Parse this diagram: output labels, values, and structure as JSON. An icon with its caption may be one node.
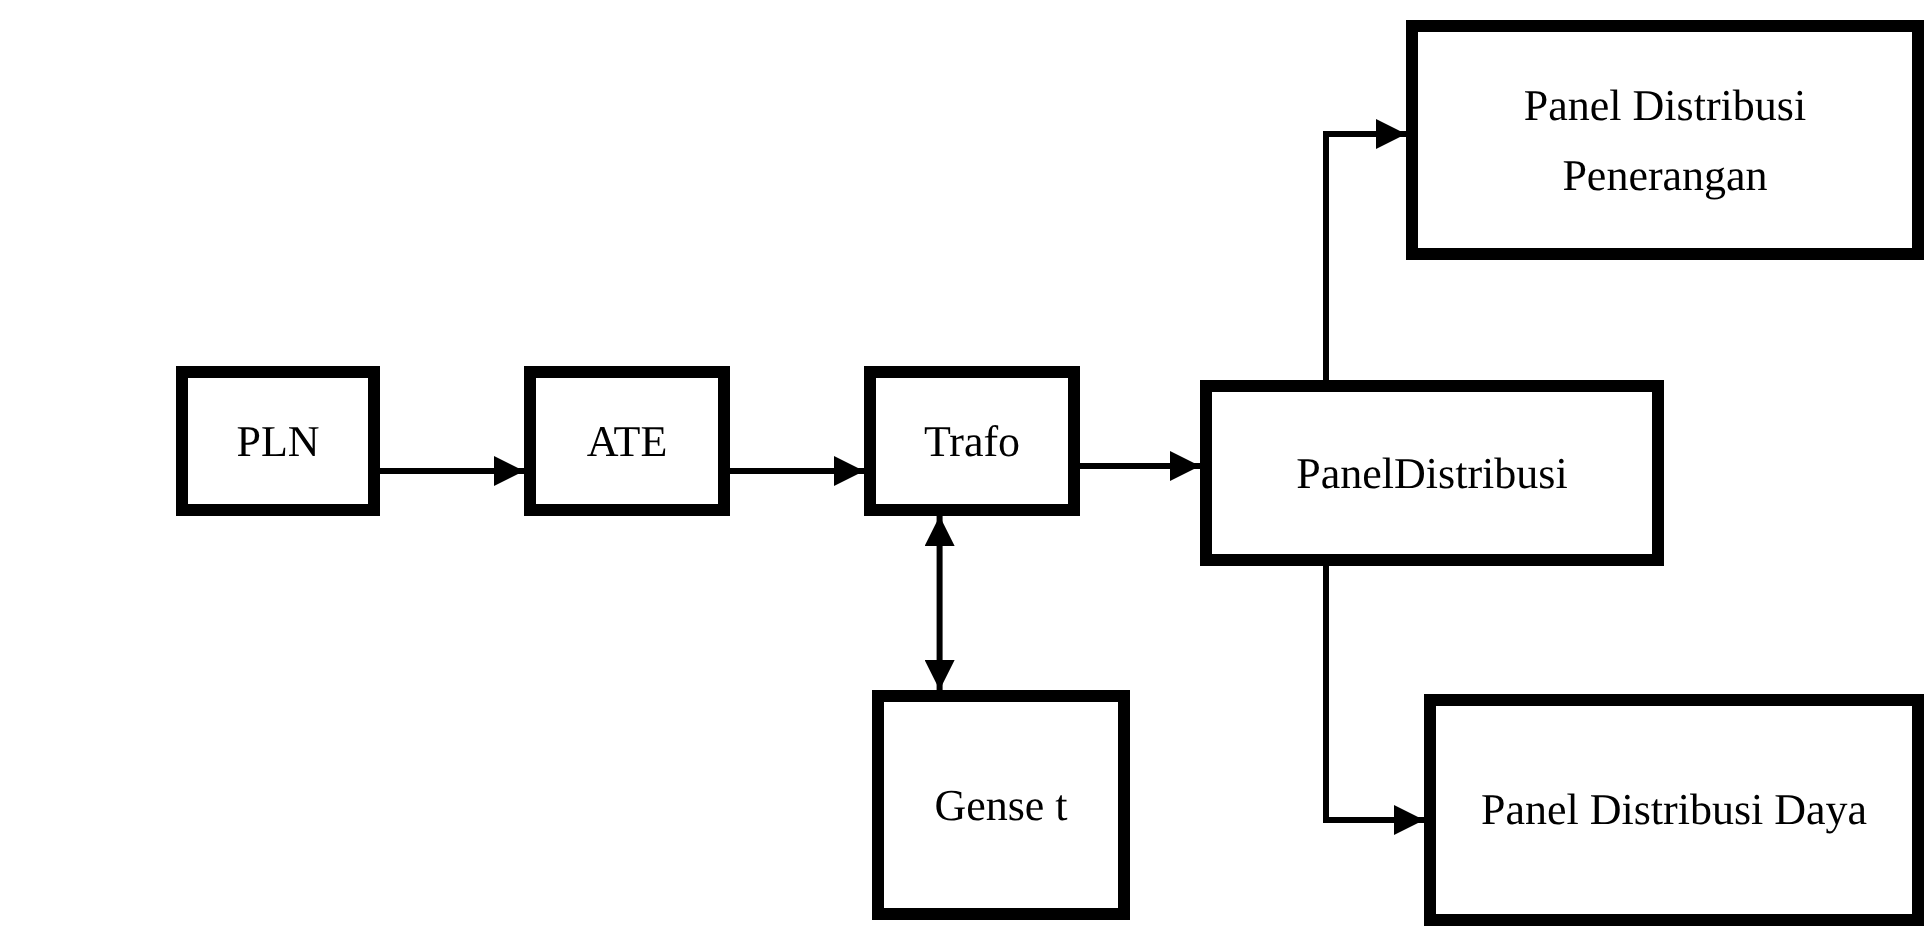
{
  "diagram": {
    "nodes": [
      {
        "text": [
          "PLN"
        ]
      },
      {
        "text": [
          "ATE"
        ]
      },
      {
        "text": [
          "Trafo"
        ]
      },
      {
        "text": [
          "PanelDistribusi"
        ]
      },
      {
        "text": [
          "Panel Distribusi Penerangan"
        ]
      },
      {
        "text": [
          "Panel Distribusi Daya"
        ]
      },
      {
        "text": [
          "Gense t"
        ]
      }
    ],
    "edges": [
      {
        "from": 0,
        "to": 1,
        "arrow": "to"
      },
      {
        "from": 1,
        "to": 2,
        "arrow": "to"
      },
      {
        "from": 2,
        "to": 3,
        "arrow": "to"
      },
      {
        "from": 3,
        "to": 4,
        "arrow": "to"
      },
      {
        "from": 3,
        "to": 5,
        "arrow": "to"
      },
      {
        "from": 6,
        "to": 2,
        "arrow": "both"
      }
    ]
  }
}
